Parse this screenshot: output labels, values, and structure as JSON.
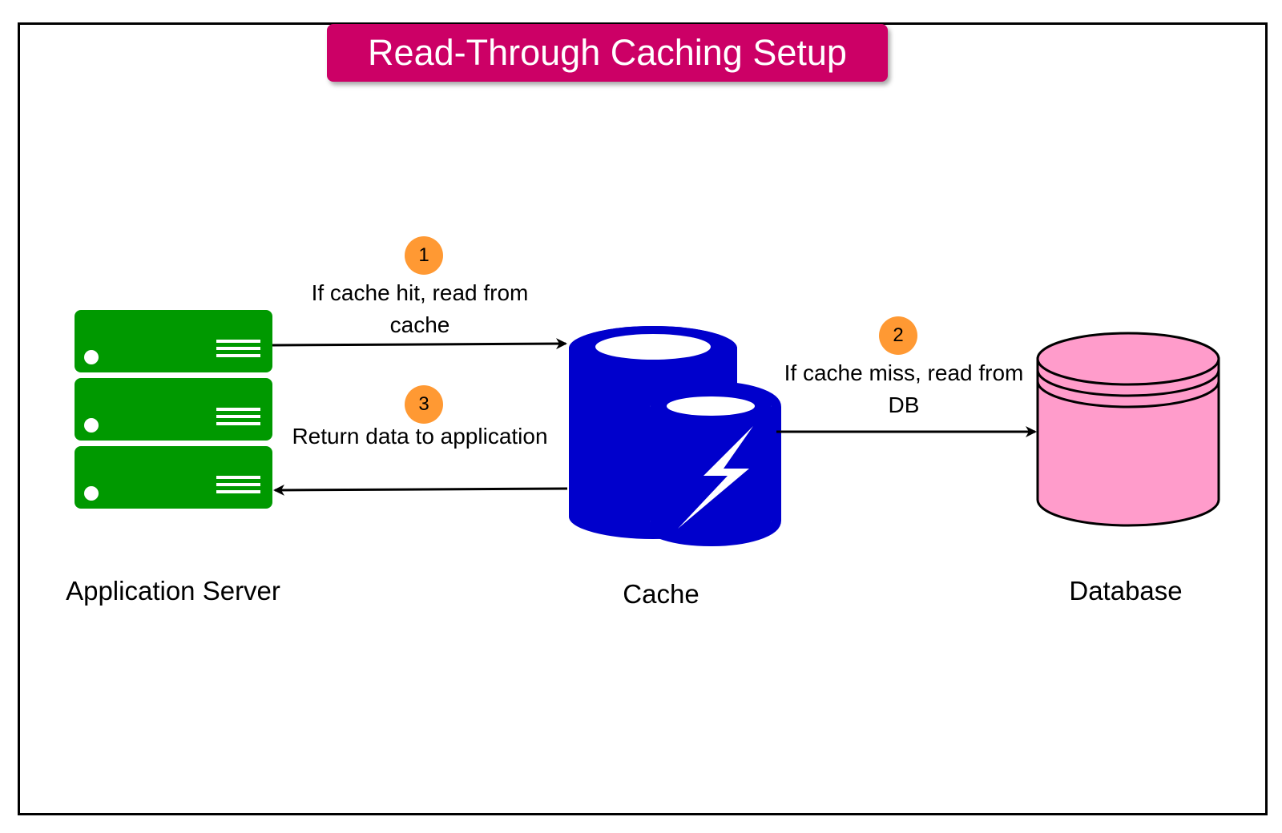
{
  "title": "Read-Through Caching Setup",
  "colors": {
    "title_bg": "#cc0066",
    "server": "#009900",
    "cache": "#0000cc",
    "database": "#ff9ccb",
    "badge": "#ff9933"
  },
  "nodes": {
    "app_server": {
      "label": "Application Server",
      "icon": "server-stack-icon"
    },
    "cache": {
      "label": "Cache",
      "icon": "cache-icon"
    },
    "database": {
      "label": "Database",
      "icon": "database-icon"
    }
  },
  "steps": [
    {
      "number": "1",
      "text": "If cache hit, read from cache"
    },
    {
      "number": "2",
      "text": "If cache miss, read from DB"
    },
    {
      "number": "3",
      "text": "Return data to application"
    }
  ]
}
